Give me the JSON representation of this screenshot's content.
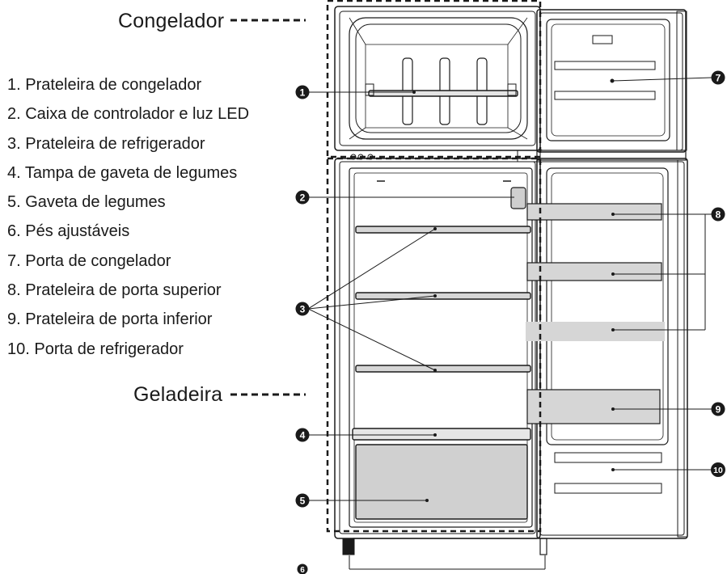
{
  "sections": {
    "freezer_title": "Congelador",
    "fridge_title": "Geladeira"
  },
  "legend": [
    {
      "number": "1",
      "label": "1. Prateleira de congelador"
    },
    {
      "number": "2",
      "label": "2. Caixa de controlador e luz LED"
    },
    {
      "number": "3",
      "label": "3. Prateleira de refrigerador"
    },
    {
      "number": "4",
      "label": "4. Tampa de gaveta de legumes"
    },
    {
      "number": "5",
      "label": "5. Gaveta de legumes"
    },
    {
      "number": "6",
      "label": "6. Pés ajustáveis"
    },
    {
      "number": "7",
      "label": "7. Porta de congelador"
    },
    {
      "number": "8",
      "label": "8. Prateleira de porta superior"
    },
    {
      "number": "9",
      "label": "9. Prateleira de porta inferior"
    },
    {
      "number": "10",
      "label": "10. Porta de refrigerador"
    }
  ],
  "callouts": {
    "c1": "1",
    "c2": "2",
    "c3": "3",
    "c4": "4",
    "c5": "5",
    "c6": "6",
    "c7": "7",
    "c8": "8",
    "c9": "9",
    "c10": "10"
  },
  "colors": {
    "line": "#1a1a1a",
    "shelf_fill": "#d6d6d6",
    "drawer_fill": "#d0d0d0",
    "callout_fill": "#1a1a1a"
  }
}
